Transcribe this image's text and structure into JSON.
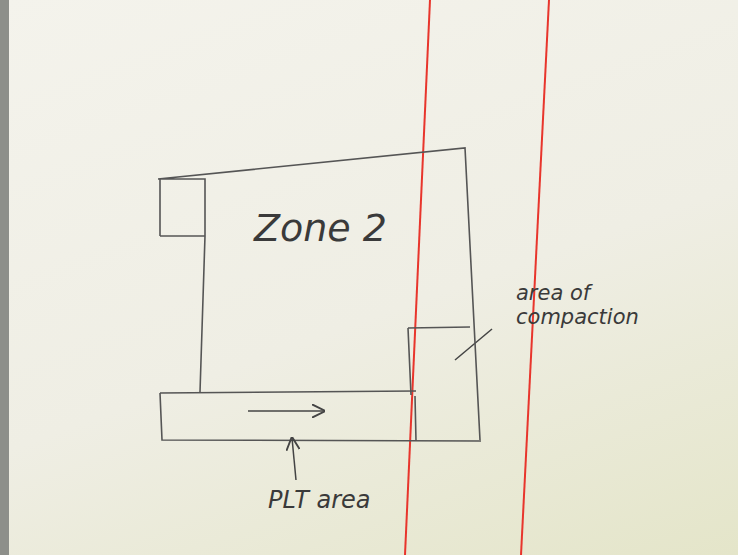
{
  "diagram": {
    "nodes": [
      {
        "text": [
          "Zone 2"
        ]
      }
    ],
    "labels": [
      "area of compaction",
      "PLT area"
    ]
  }
}
